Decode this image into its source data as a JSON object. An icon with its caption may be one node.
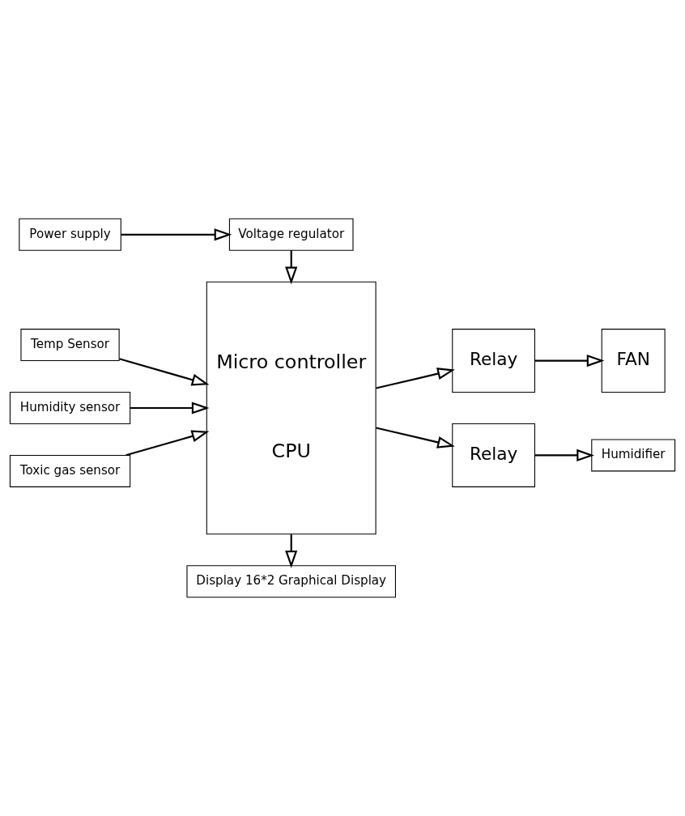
{
  "diagram": {
    "nodes": [
      {
        "text": [
          "Display 16*2 Graphical Display"
        ]
      },
      {
        "text": [
          "Temp Sensor"
        ]
      },
      {
        "text": [
          "Humidity sensor"
        ]
      },
      {
        "text": [
          "Toxic gas sensor"
        ]
      },
      {
        "text": [
          "Micro controller",
          "CPU"
        ]
      },
      {
        "text": [
          "Relay"
        ]
      },
      {
        "text": [
          "FAN"
        ]
      },
      {
        "text": [
          "Relay"
        ]
      },
      {
        "text": [
          "Humidifier"
        ]
      },
      {
        "text": [
          "Voltage regulator"
        ]
      },
      {
        "text": [
          "Power supply"
        ]
      }
    ],
    "edges": [
      {
        "from": 4,
        "to": 0,
        "arrow": "to"
      },
      {
        "from": 1,
        "to": 4,
        "arrow": "to"
      },
      {
        "from": 2,
        "to": 4,
        "arrow": "to"
      },
      {
        "from": 3,
        "to": 4,
        "arrow": "to"
      },
      {
        "from": 4,
        "to": 5,
        "arrow": "to"
      },
      {
        "from": 5,
        "to": 6,
        "arrow": "to"
      },
      {
        "from": 4,
        "to": 7,
        "arrow": "to"
      },
      {
        "from": 7,
        "to": 8,
        "arrow": "to"
      },
      {
        "from": 9,
        "to": 4,
        "arrow": "to"
      },
      {
        "from": 10,
        "to": 9,
        "arrow": "to"
      }
    ]
  }
}
